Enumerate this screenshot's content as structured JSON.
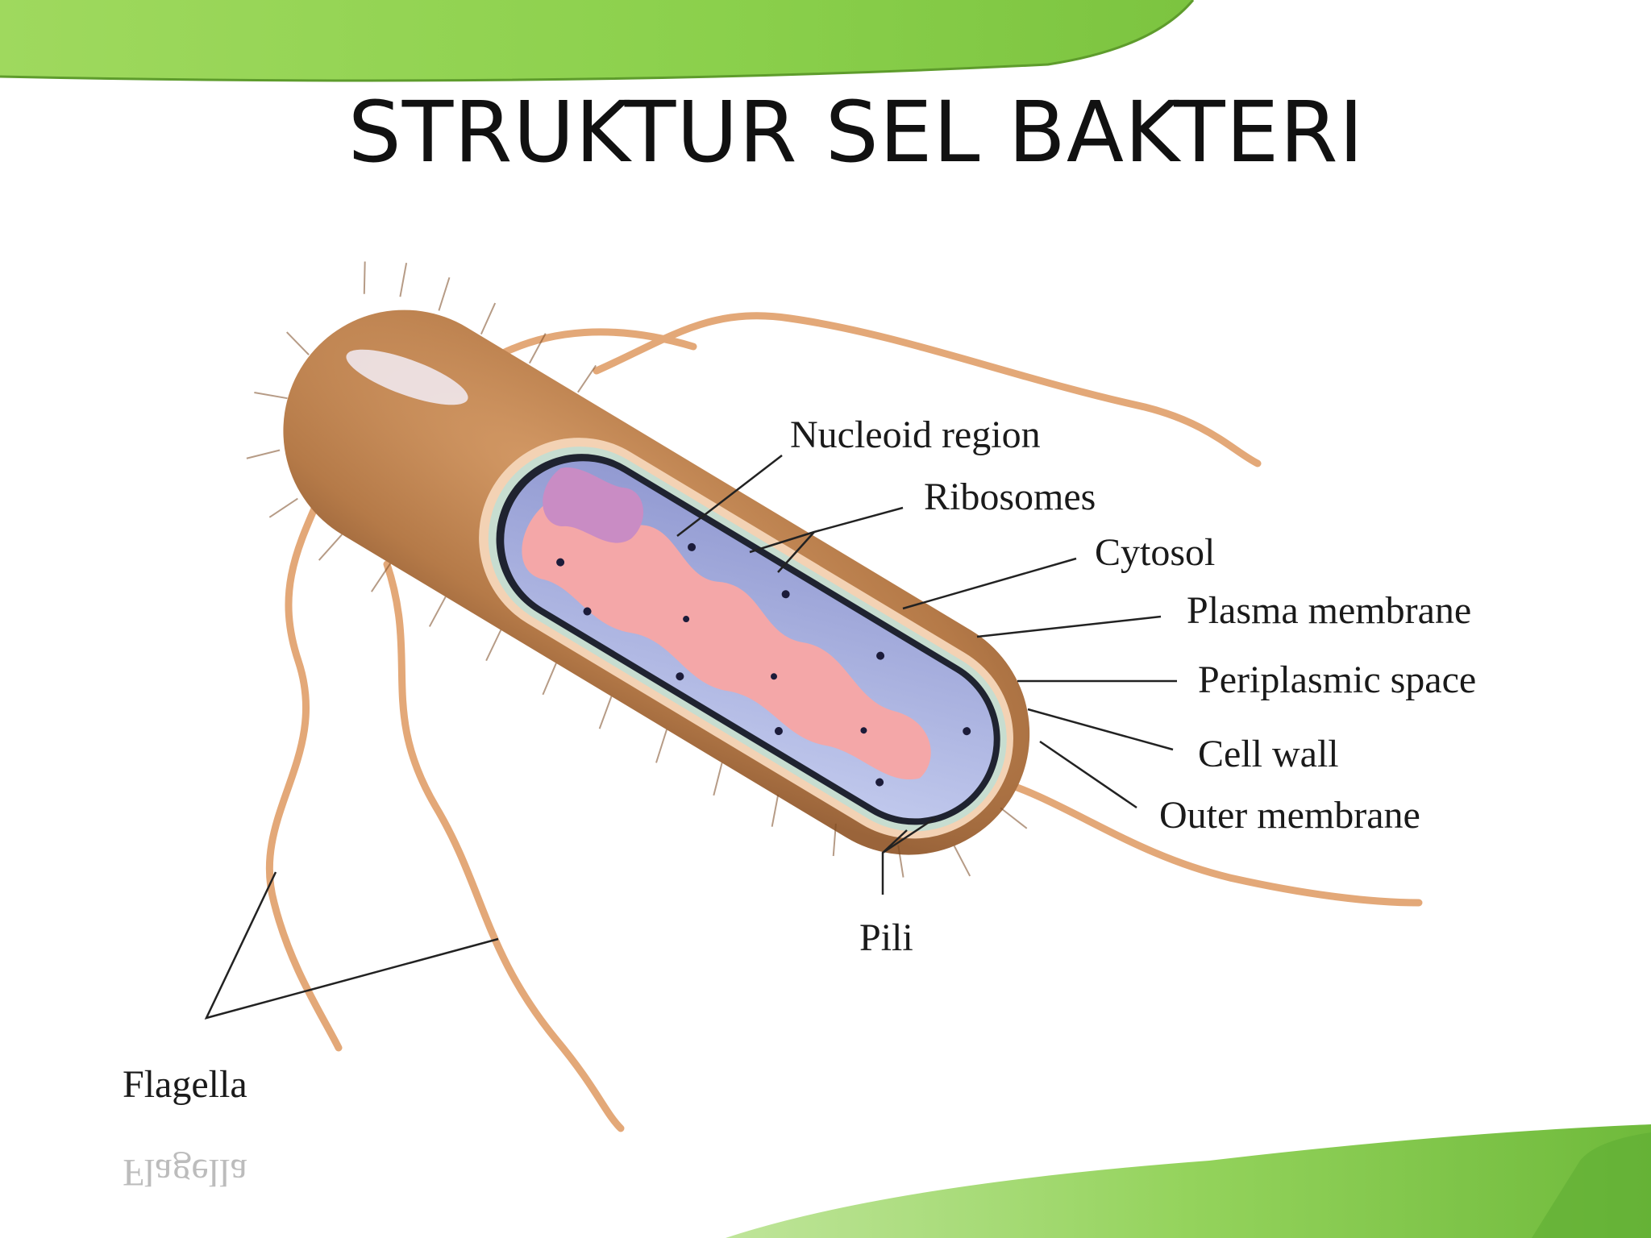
{
  "slide": {
    "title": "STRUKTUR SEL BAKTERI"
  },
  "labels": {
    "nucleoid_region": "Nucleoid region",
    "ribosomes": "Ribosomes",
    "cytosol": "Cytosol",
    "plasma_membrane": "Plasma membrane",
    "periplasmic_space": "Periplasmic space",
    "cell_wall": "Cell wall",
    "outer_membrane": "Outer membrane",
    "pili": "Pili",
    "flagella": "Flagella"
  },
  "colors": {
    "banner_green": "#8fd14f",
    "cell_brown": "#c08a58",
    "cytoplasm_blue": "#aeb8e0",
    "nucleoid_pink": "#f4a7a8",
    "nucleoid_purple": "#c98cc4",
    "cell_wall_dark": "#1f2330",
    "flagella": "#e3a878"
  }
}
